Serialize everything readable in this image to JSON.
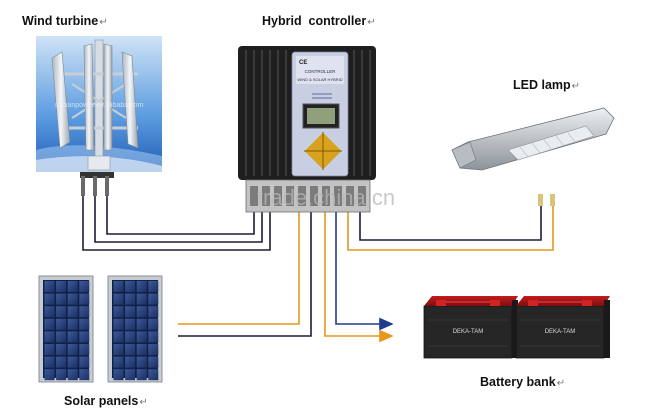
{
  "labels": {
    "wind_turbine": "Wind turbine",
    "hybrid_controller": "Hybrid  controller",
    "led_lamp": "LED lamp",
    "solar_panels": "Solar panels",
    "battery_bank": "Battery bank",
    "return_mark": "↵"
  },
  "turbine_watermark": "sabianpower.en.alibaba.com",
  "controller": {
    "brand_mark": "CE",
    "panel_title": "CONTROLLER",
    "panel_subtitle": "WIND & SOLAR HYBRID"
  },
  "battery": {
    "brand": "DEKA-TAM"
  },
  "watermark": "trade.china.cn",
  "colors": {
    "wire_dark": "#1c1c3a",
    "wire_orange": "#e8961e",
    "arrow_blue": "#203c8c",
    "controller_body": "#1e1e1e",
    "controller_panel": "#c9cfe2",
    "battery_body": "#262626",
    "battery_top": "#9d1212"
  },
  "icons": [
    "wind-turbine-icon",
    "solar-panel-icon",
    "led-lamp-icon",
    "battery-icon",
    "controller-keypad-icon"
  ]
}
